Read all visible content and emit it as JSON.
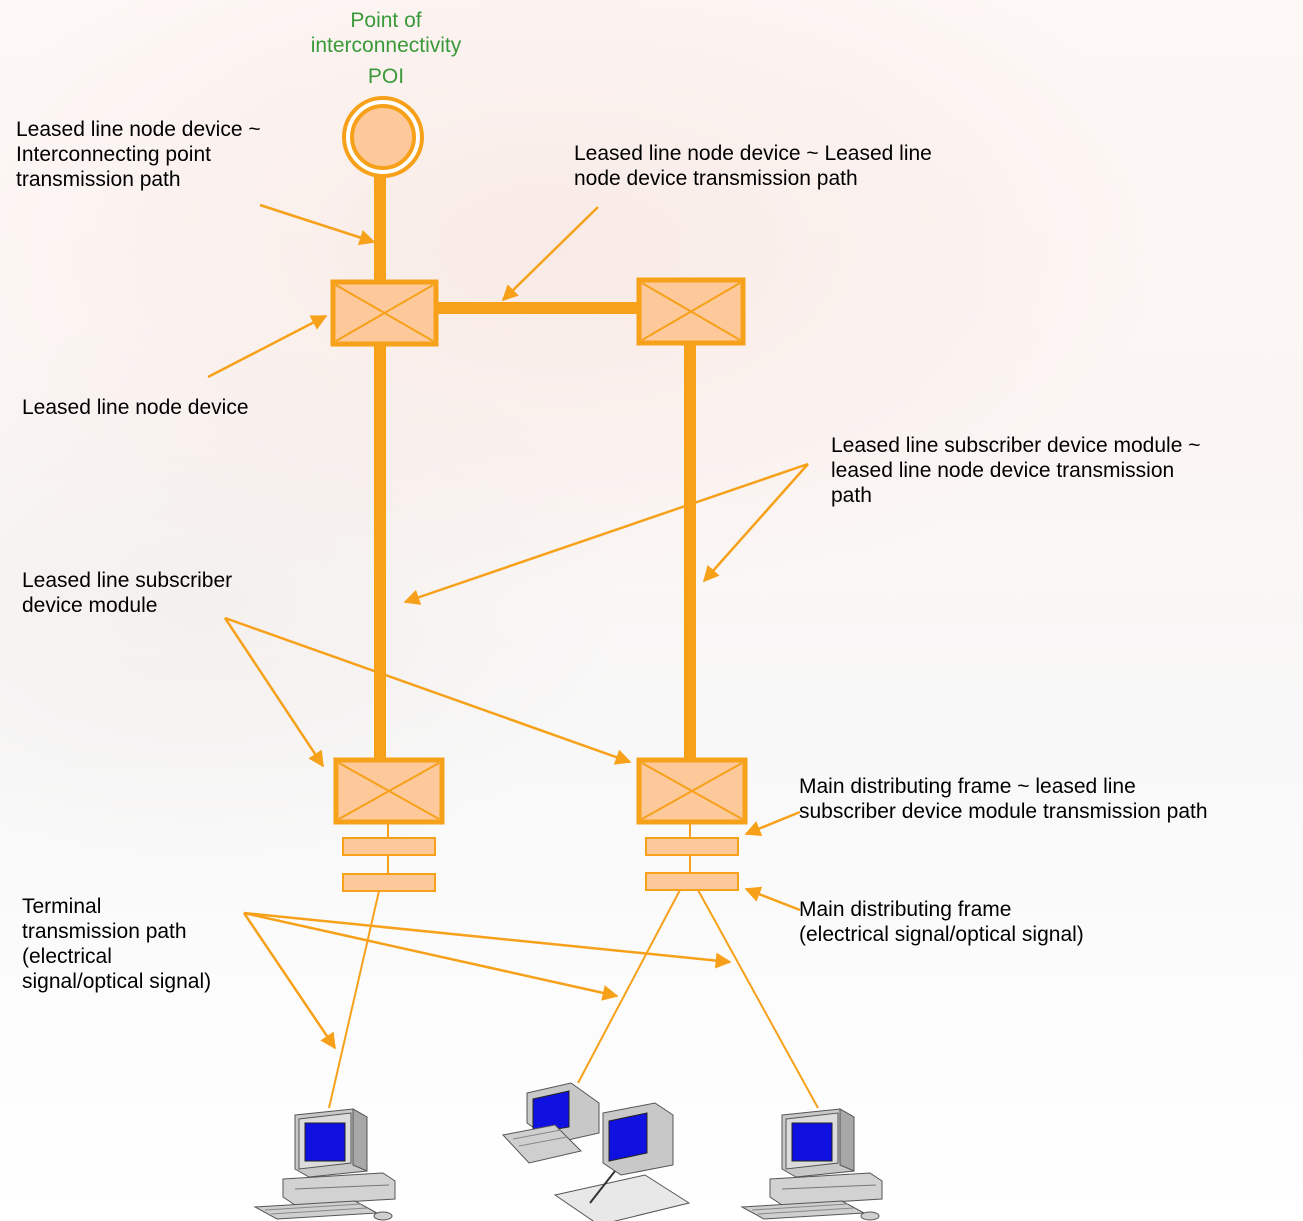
{
  "colors": {
    "line": "#f7a11a",
    "box_fill": "#fdc99a",
    "box_stroke": "#f7a11a",
    "poi_fill": "#fdc99a",
    "title_green": "#3a9a3a",
    "screen": "#1010e0"
  },
  "poi": {
    "title": "Point of\ninterconnectivity",
    "abbr": "POI"
  },
  "labels": {
    "node_poi_path": "Leased line node device ~\nInterconnecting point\ntransmission path",
    "node_node_path": "Leased line node device ~ Leased line\nnode device transmission path",
    "node_device": "Leased line node device",
    "subscriber_node_path": "Leased line subscriber device module ~\nleased line node device transmission\npath",
    "subscriber_module": "Leased line subscriber\ndevice module",
    "mdf_subscriber_path": "Main distributing frame ~ leased line\nsubscriber device module transmission path",
    "terminal_path": "Terminal\ntransmission path\n(electrical\nsignal/optical signal)",
    "mdf": "Main distributing frame\n(electrical signal/optical signal)"
  },
  "icons": {
    "poi": "poi-circle-icon",
    "node_device": "cross-box-icon",
    "terminal_1": "desktop-computer-icon",
    "terminal_2": "workstation-computer-icon",
    "terminal_3": "desktop-computer-icon"
  }
}
